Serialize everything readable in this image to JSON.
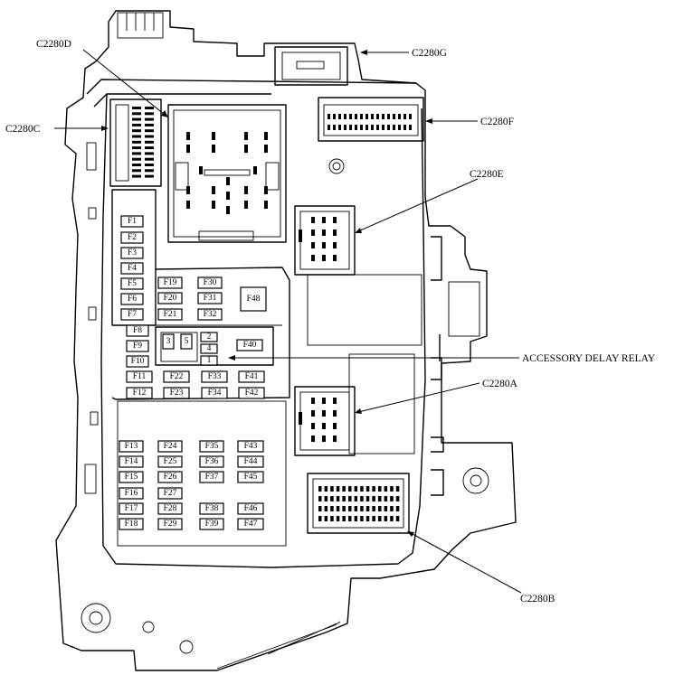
{
  "connectors": [
    {
      "id": "C2280D",
      "label": "C2280D"
    },
    {
      "id": "C2280G",
      "label": "C2280G"
    },
    {
      "id": "C2280C",
      "label": "C2280C"
    },
    {
      "id": "C2280F",
      "label": "C2280F"
    },
    {
      "id": "C2280E",
      "label": "C2280E"
    },
    {
      "id": "accessory-delay-relay",
      "label": "ACCESSORY DELAY RELAY"
    },
    {
      "id": "C2280A",
      "label": "C2280A"
    },
    {
      "id": "C2280B",
      "label": "C2280B"
    }
  ],
  "fuses": [
    "F1",
    "F2",
    "F3",
    "F4",
    "F5",
    "F6",
    "F7",
    "F8",
    "F9",
    "F10",
    "F11",
    "F12",
    "F13",
    "F14",
    "F15",
    "F16",
    "F17",
    "F18",
    "F19",
    "F20",
    "F21",
    "F22",
    "F23",
    "F24",
    "F25",
    "F26",
    "F27",
    "F28",
    "F29",
    "F30",
    "F31",
    "F32",
    "F33",
    "F34",
    "F35",
    "F36",
    "F37",
    "F38",
    "F39",
    "F40",
    "F41",
    "F42",
    "F43",
    "F44",
    "F45",
    "F46",
    "F47",
    "F48"
  ],
  "relay_pins": [
    "1",
    "2",
    "3",
    "4",
    "5"
  ]
}
